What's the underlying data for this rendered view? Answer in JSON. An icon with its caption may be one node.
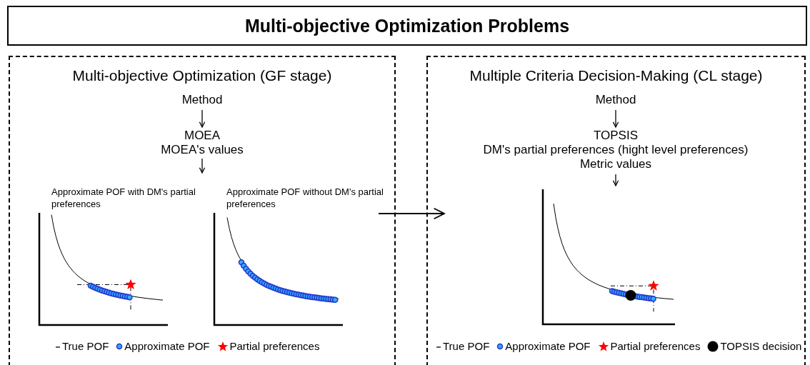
{
  "diagram": {
    "title": "Multi-objective Optimization Problems",
    "nodes": [
      {
        "text": [
          "Multi-objective Optimization (GF stage)"
        ]
      },
      {
        "text": [
          "Method"
        ],
        "in": 0
      },
      {
        "text": [
          "MOEA",
          "MOEA's values"
        ],
        "in": 0
      },
      {
        "text": [
          "Approximate POF with DM's partial preferences"
        ],
        "in": 0
      },
      {
        "text": [
          "Approximate POF without DM's partial preferences"
        ],
        "in": 0
      },
      {
        "text": [
          "Multiple Criteria Decision-Making (CL stage)"
        ]
      },
      {
        "text": [
          "Method"
        ],
        "in": 5
      },
      {
        "text": [
          "TOPSIS",
          "DM's partial preferences (hight level preferences)",
          "Metric values"
        ],
        "in": 5
      },
      {
        "text": [],
        "shape": "picture",
        "in": 5
      }
    ],
    "edges": [
      {
        "from": 1,
        "to": 2,
        "arrow": "to"
      },
      {
        "from": 2,
        "to": null,
        "arrow": "to"
      },
      {
        "from": 6,
        "to": 7,
        "arrow": "to"
      },
      {
        "from": 7,
        "to": 8,
        "arrow": "to"
      },
      {
        "from": 4,
        "to": 5,
        "arrow": "to"
      }
    ],
    "legend": [
      {
        "text": "True POF"
      },
      {
        "text": "Approximate POF"
      },
      {
        "text": "Partial preferences"
      },
      {
        "text": "True POF"
      },
      {
        "text": "Approximate POF"
      },
      {
        "text": "Partial preferences"
      },
      {
        "text": "TOPSIS decision"
      }
    ]
  }
}
